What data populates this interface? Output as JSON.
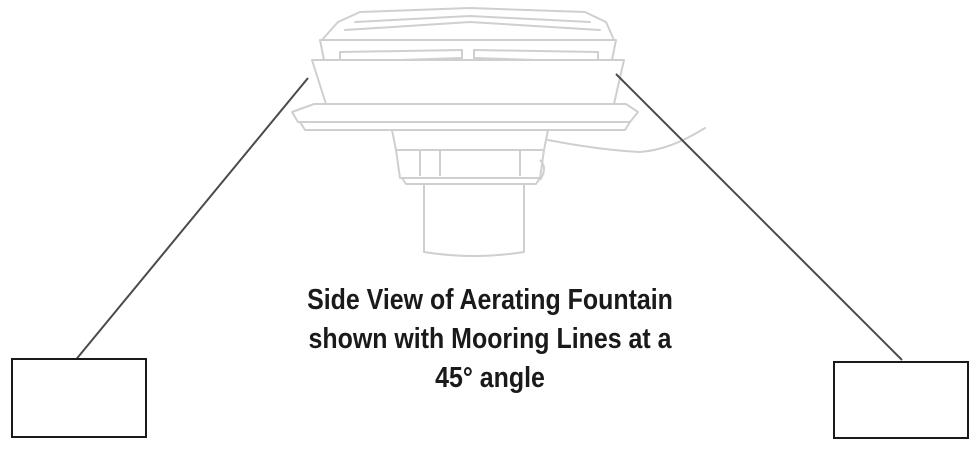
{
  "caption": {
    "line1": "Side View of Aerating Fountain",
    "line2": "shown with Mooring Lines at a",
    "line3": "45° angle"
  },
  "colors": {
    "background": "#ffffff",
    "outline": "#cfcfcf",
    "line": "#4a4a4a",
    "text": "#1a1a1a"
  }
}
